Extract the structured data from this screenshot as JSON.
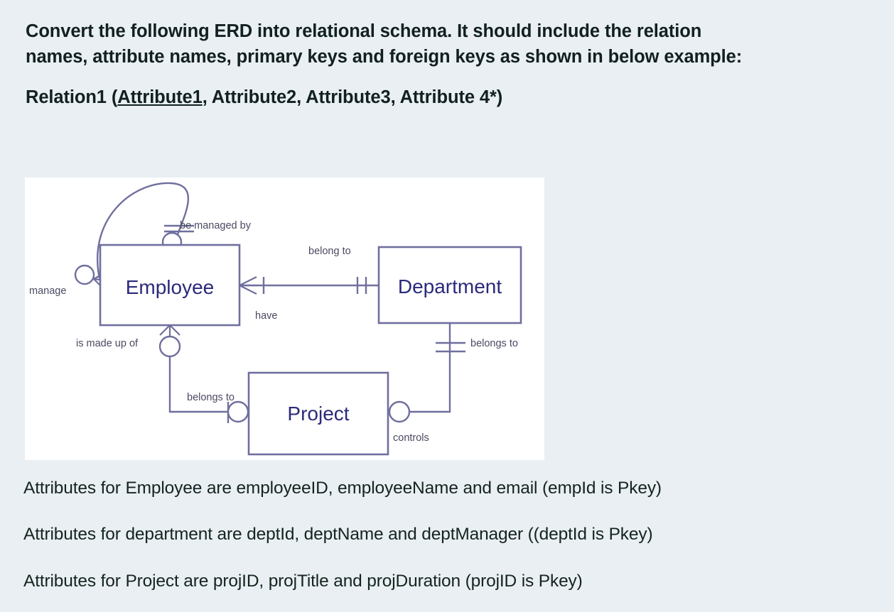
{
  "question": {
    "line1": "Convert the following ERD into relational schema. It should include the relation",
    "line2": "names, attribute names, primary keys and foreign keys as shown in below example:",
    "example_prefix": "Relation1 (",
    "example_pkey": "Attribute1",
    "example_rest": ", Attribute2, Attribute3, Attribute 4*)"
  },
  "erd": {
    "entities": [
      {
        "id": "employee",
        "label": "Employee"
      },
      {
        "id": "department",
        "label": "Department"
      },
      {
        "id": "project",
        "label": "Project"
      }
    ],
    "relationships": [
      {
        "id": "be-managed-by",
        "label": "be managed by"
      },
      {
        "id": "manage",
        "label": "manage"
      },
      {
        "id": "belong-to",
        "label": "belong to"
      },
      {
        "id": "have",
        "label": "have"
      },
      {
        "id": "is-made-up-of",
        "label": "is made up of"
      },
      {
        "id": "belongs-to-department-project",
        "label": "belongs to"
      },
      {
        "id": "belongs-to-employee-project",
        "label": "belongs to"
      },
      {
        "id": "controls",
        "label": "controls"
      }
    ],
    "colors": {
      "entity_text": "#2b2a7a",
      "entity_border": "#6f6f9e",
      "connector": "#6f6f9e",
      "label_text": "#4a4a62",
      "canvas_background": "#ffffff"
    }
  },
  "attributes": {
    "employee": "Attributes for Employee are employeeID, employeeName and email (empId is Pkey)",
    "department": "Attributes for department are deptId, deptName and deptManager ((deptId is Pkey)",
    "project": "Attributes for Project are projID, projTitle and projDuration (projID is Pkey)"
  },
  "theme": {
    "page_background": "#e9eff3",
    "body_text": "#15241f"
  }
}
